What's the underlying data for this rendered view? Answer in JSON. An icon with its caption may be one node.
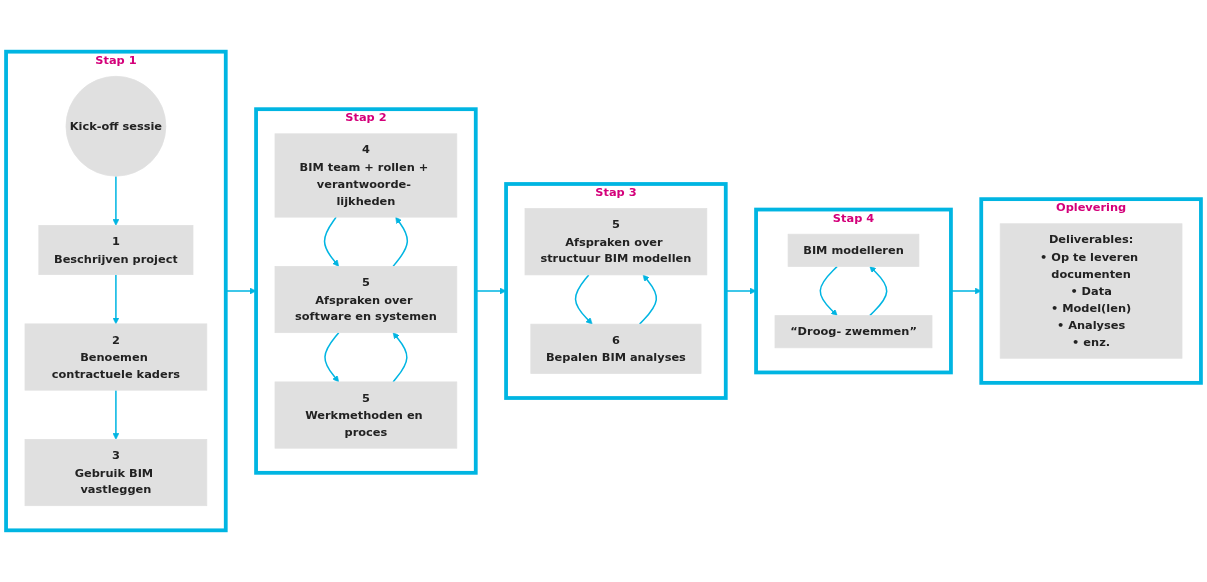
{
  "diagram": {
    "nodes": [
      {
        "text": [
          "Stap 1"
        ]
      },
      {
        "text": [
          "Kick-off sessie"
        ],
        "in": 0
      },
      {
        "text": [
          "1",
          "Beschrijven project"
        ],
        "in": 0
      },
      {
        "text": [
          "2",
          "Benoemen contractuele kaders"
        ],
        "in": 0
      },
      {
        "text": [
          "3",
          "Gebruik BIM vastleggen"
        ],
        "in": 0
      },
      {
        "text": [
          "Stap 2"
        ]
      },
      {
        "text": [
          "4",
          "BIM team + rollen + verantwoorde- lijkheden"
        ],
        "in": 5
      },
      {
        "text": [
          "5",
          "Afspraken over software en systemen"
        ],
        "in": 5
      },
      {
        "text": [
          "5",
          "Werkmethoden en proces"
        ],
        "in": 5
      },
      {
        "text": [
          "Stap 3"
        ]
      },
      {
        "text": [
          "5",
          "Afspraken over structuur BIM modellen"
        ],
        "in": 9
      },
      {
        "text": [
          "6",
          "Bepalen BIM analyses"
        ],
        "in": 9
      },
      {
        "text": [
          "Stap 4"
        ]
      },
      {
        "text": [
          "BIM modelleren"
        ],
        "in": 12
      },
      {
        "text": [
          "“Droog- zwemmen”"
        ],
        "in": 12
      },
      {
        "text": [
          "Oplevering"
        ]
      },
      {
        "text": [
          "Deliverables:",
          "• Op te leveren documenten",
          "• Data",
          "• Model(len)",
          "• Analyses",
          "• enz."
        ],
        "in": 15
      }
    ],
    "edges": [
      {
        "from": 1,
        "to": 2,
        "arrow": "to"
      },
      {
        "from": 2,
        "to": 3,
        "arrow": "to"
      },
      {
        "from": 3,
        "to": 4,
        "arrow": "to"
      },
      {
        "from": 0,
        "to": 5,
        "arrow": "to"
      },
      {
        "from": 6,
        "to": 7,
        "arrow": "to"
      },
      {
        "from": 7,
        "to": 6,
        "arrow": "to"
      },
      {
        "from": 7,
        "to": 8,
        "arrow": "to"
      },
      {
        "from": 8,
        "to": 7,
        "arrow": "to"
      },
      {
        "from": 5,
        "to": 9,
        "arrow": "to"
      },
      {
        "from": 10,
        "to": 11,
        "arrow": "to"
      },
      {
        "from": 11,
        "to": 10,
        "arrow": "to"
      },
      {
        "from": 9,
        "to": 12,
        "arrow": "to"
      },
      {
        "from": 13,
        "to": 14,
        "arrow": "to"
      },
      {
        "from": 14,
        "to": 13,
        "arrow": "to"
      },
      {
        "from": 12,
        "to": 15,
        "arrow": "to"
      }
    ]
  }
}
